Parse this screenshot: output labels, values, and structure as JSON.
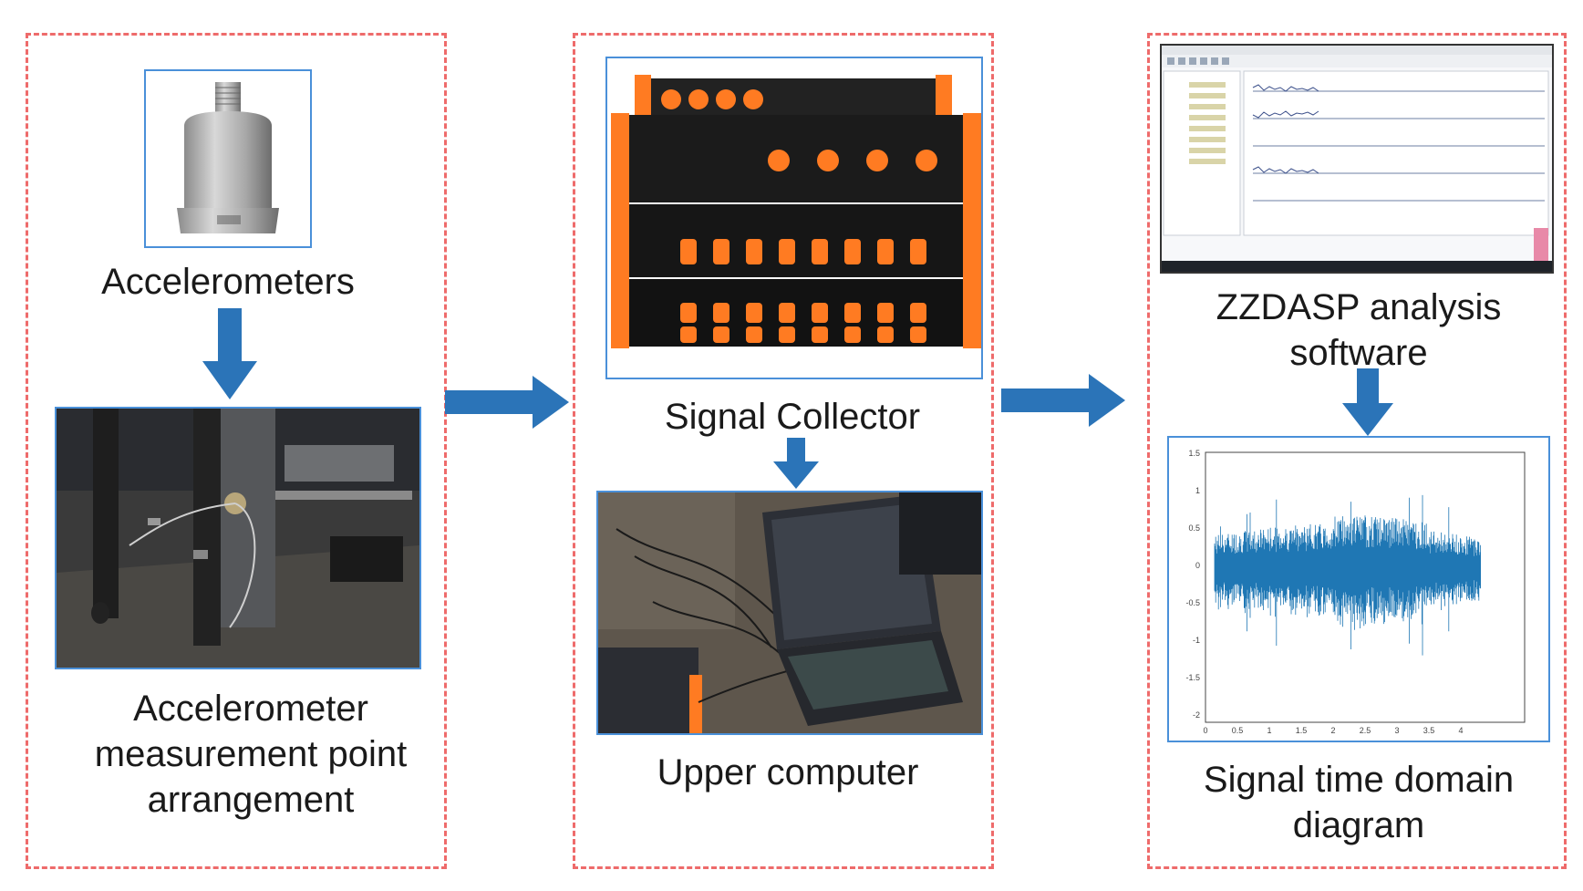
{
  "left_panel": {
    "sensor_label": "Accelerometers",
    "placement_label": "Accelerometer\nmeasurement point\narrangement"
  },
  "middle_panel": {
    "collector_label": "Signal Collector",
    "computer_label": "Upper computer"
  },
  "right_panel": {
    "software_label": "ZZDASP analysis\nsoftware",
    "diagram_label": "Signal time domain\ndiagram"
  },
  "colors": {
    "panel_border": "#ee6b6b",
    "frame_border": "#4a90d9",
    "arrow": "#2b74b8",
    "signal": "#1f77b4"
  }
}
